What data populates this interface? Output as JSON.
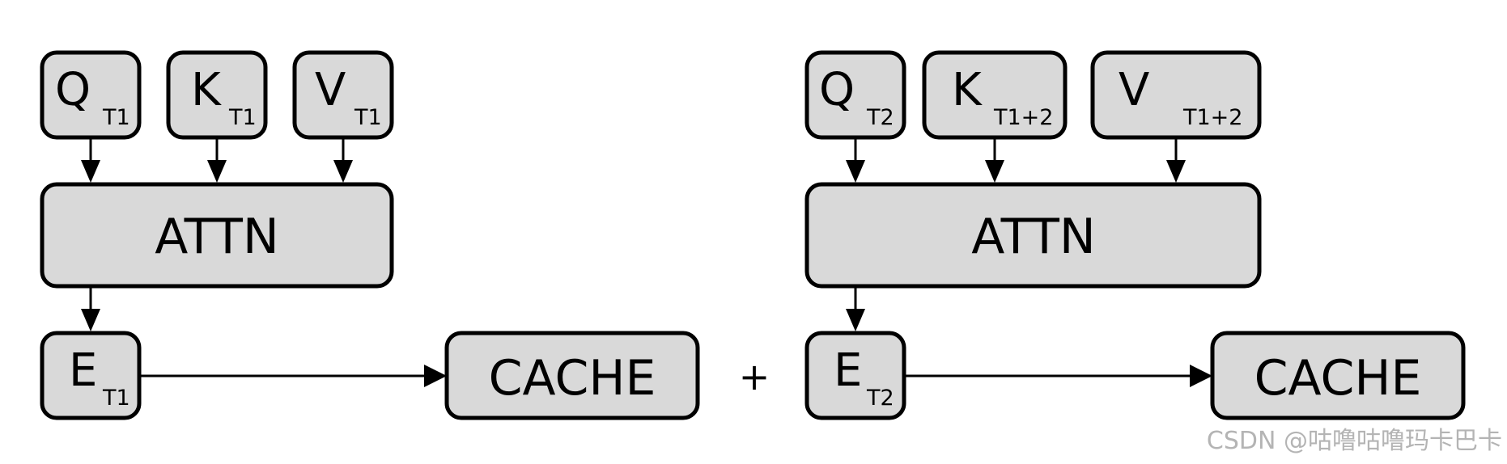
{
  "colors": {
    "box_fill": "#d9d9d9",
    "box_stroke": "#000000",
    "watermark": "#b4b4b4"
  },
  "left": {
    "q": {
      "main": "Q",
      "sub": "T1"
    },
    "k": {
      "main": "K",
      "sub": "T1"
    },
    "v": {
      "main": "V",
      "sub": "T1"
    },
    "attn": "ATTN",
    "e": {
      "main": "E",
      "sub": "T1"
    },
    "cache": "CACHE"
  },
  "plus": "+",
  "right": {
    "q": {
      "main": "Q",
      "sub": "T2"
    },
    "k": {
      "main": "K",
      "sub": "T1+2"
    },
    "v": {
      "main": "V",
      "sub": "T1+2"
    },
    "attn": "ATTN",
    "e": {
      "main": "E",
      "sub": "T2"
    },
    "cache": "CACHE"
  },
  "watermark": "CSDN @咕噜咕噜玛卡巴卡"
}
